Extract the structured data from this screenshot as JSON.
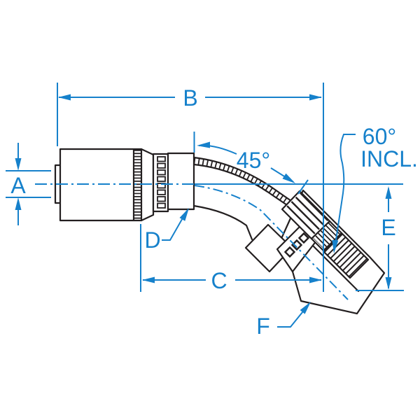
{
  "figure": {
    "kind": "technical dimensional line drawing of a 45 degree bent-tube female swivel hose fitting",
    "labels": {
      "A": "A",
      "B": "B",
      "C": "C",
      "D": "D",
      "E": "E",
      "F": "F"
    },
    "annotations": {
      "bend_angle": "45°",
      "included_angle": "60°",
      "included_angle_suffix": "INCL."
    },
    "colors": {
      "dimension_blue": "#1681cb",
      "outline_black": "#231f20",
      "background": "#ffffff"
    }
  }
}
